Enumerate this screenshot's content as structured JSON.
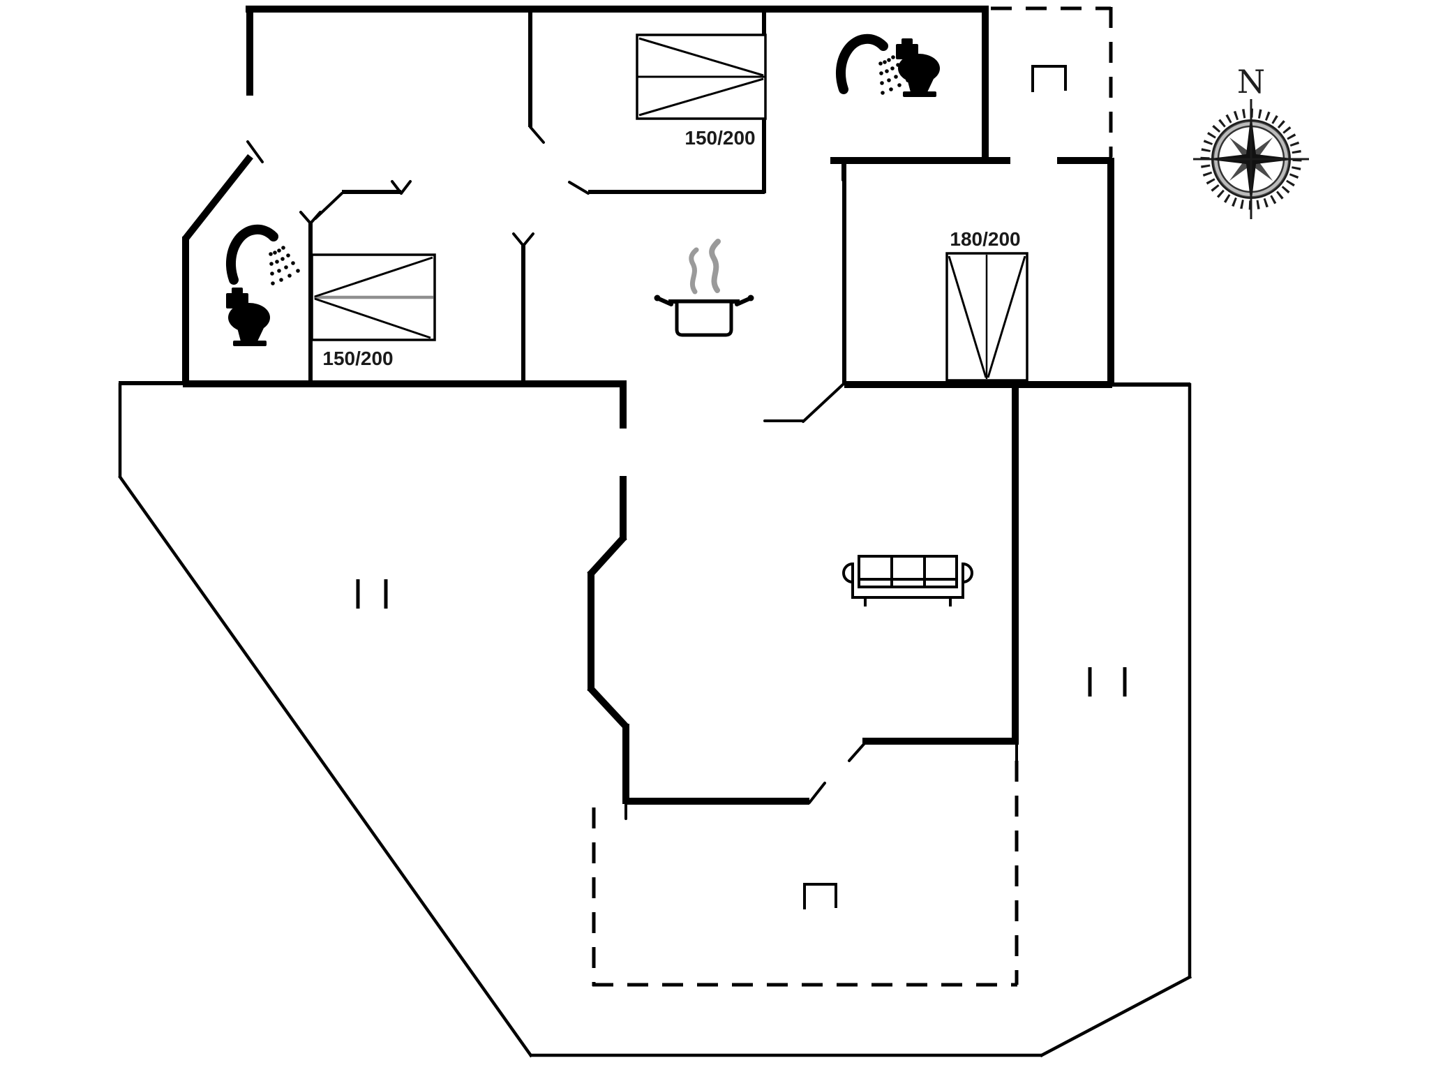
{
  "document": {
    "type": "floor-plan",
    "style": "black-line architectural drawing on white"
  },
  "labels": {
    "bed_left": "150/200",
    "bed_top": "150/200",
    "bed_right": "180/200",
    "compass_north": "N"
  },
  "colors": {
    "wall": "#000000",
    "background": "#ffffff",
    "bed_centerline_gray": "#8f8f8f",
    "steam_gray": "#9a9a9a",
    "compass_dark": "#1b1b1b"
  },
  "icons": [
    "shower-icon",
    "toilet-icon",
    "double-bed-icon",
    "cooking-pot-icon",
    "steam-icon",
    "sofa-icon",
    "compass-rose-icon",
    "window-mark-icon",
    "niche-icon"
  ],
  "features": {
    "bedrooms_with_150x200_bed": 2,
    "bed_180x200": 1,
    "bathrooms_with_shower_and_toilet": 2,
    "dashed_terrace_areas": 2,
    "compass_points_north": "up"
  }
}
